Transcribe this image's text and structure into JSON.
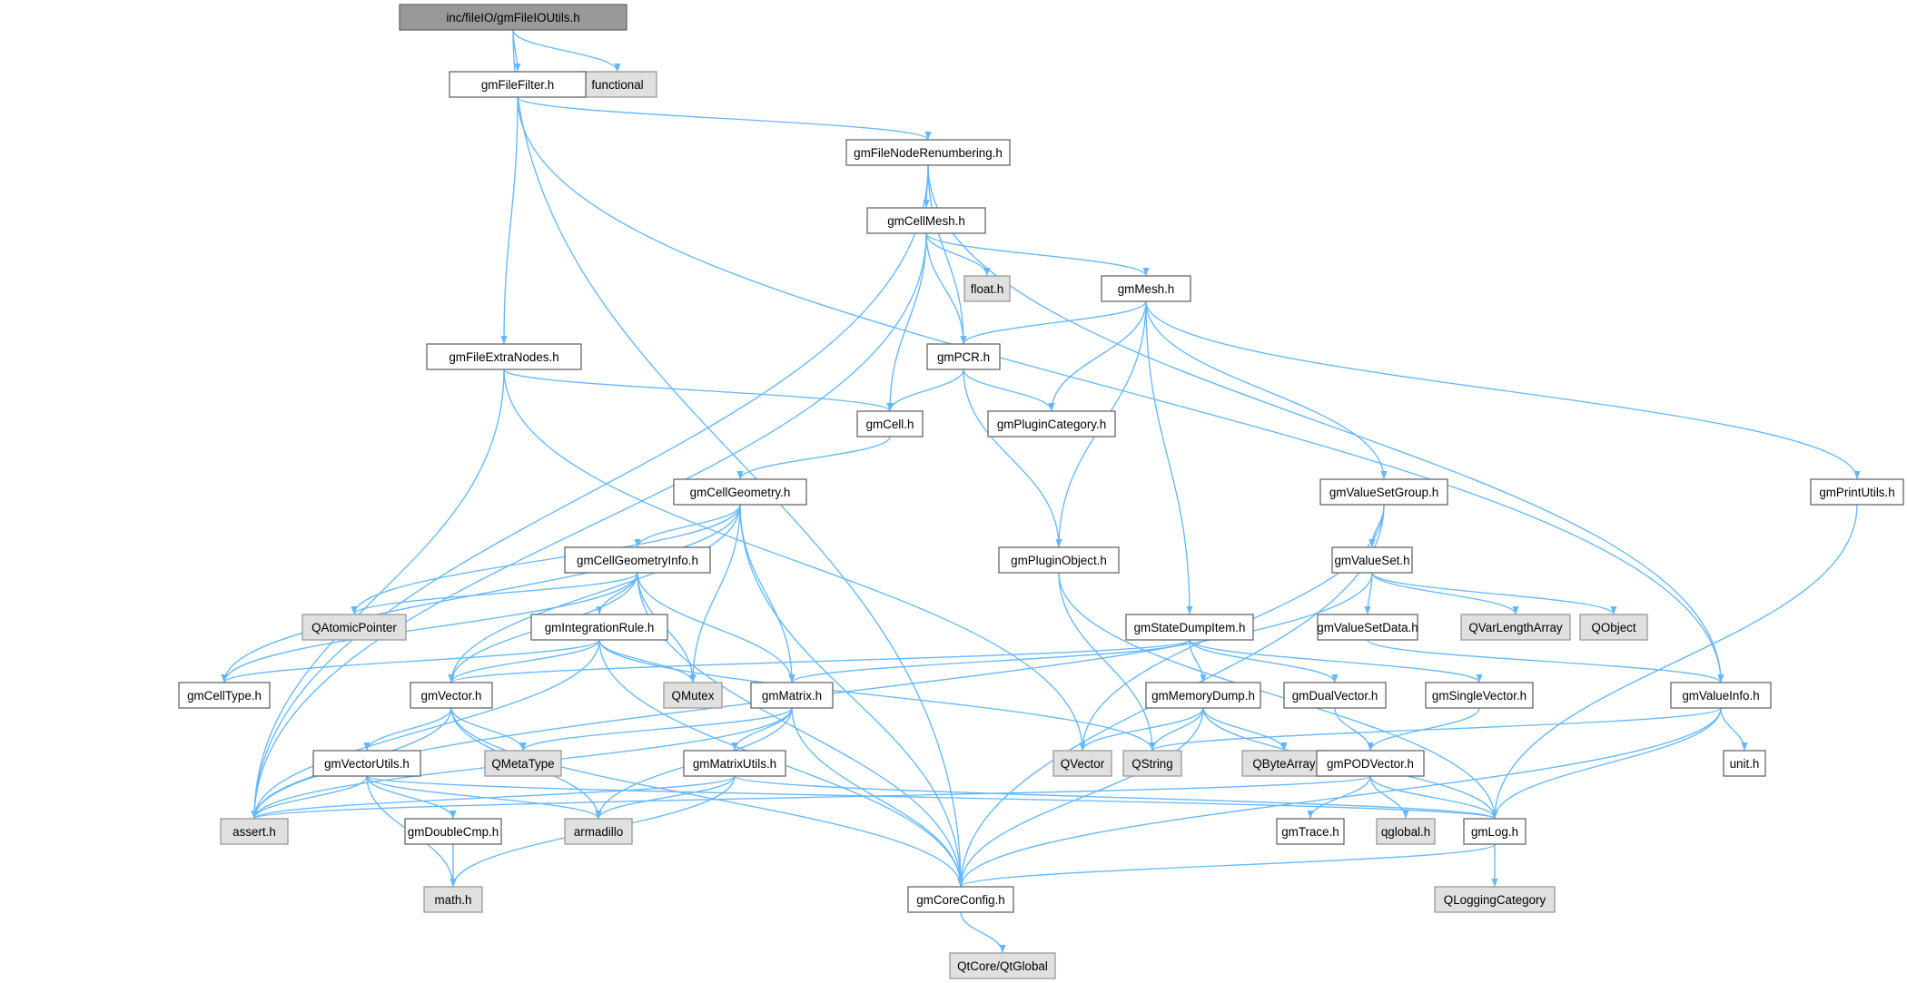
{
  "title": "inc/fileIO/gmFileIOUtils.h",
  "colors": {
    "edge": "#63b8ff",
    "root_fill": "#999999",
    "node_fill": "#ffffff",
    "external_fill": "#e0e0e0",
    "node_border": "#666666",
    "external_border": "#999999"
  },
  "nodes": [
    {
      "id": "root",
      "label": "inc/fileIO/gmFileIOUtils.h",
      "type": "root"
    },
    {
      "id": "functional",
      "label": "functional",
      "type": "external"
    },
    {
      "id": "gmFileFilter",
      "label": "gmFileFilter.h",
      "type": "file"
    },
    {
      "id": "gmFileNodeRenumbering",
      "label": "gmFileNodeRenumbering.h",
      "type": "file"
    },
    {
      "id": "gmCellMesh",
      "label": "gmCellMesh.h",
      "type": "file"
    },
    {
      "id": "floath",
      "label": "float.h",
      "type": "external"
    },
    {
      "id": "gmMesh",
      "label": "gmMesh.h",
      "type": "file"
    },
    {
      "id": "gmFileExtraNodes",
      "label": "gmFileExtraNodes.h",
      "type": "file"
    },
    {
      "id": "gmPCR",
      "label": "gmPCR.h",
      "type": "file"
    },
    {
      "id": "gmCell",
      "label": "gmCell.h",
      "type": "file"
    },
    {
      "id": "gmPluginCategory",
      "label": "gmPluginCategory.h",
      "type": "file"
    },
    {
      "id": "gmCellGeometry",
      "label": "gmCellGeometry.h",
      "type": "file"
    },
    {
      "id": "gmValueSetGroup",
      "label": "gmValueSetGroup.h",
      "type": "file"
    },
    {
      "id": "gmPrintUtils",
      "label": "gmPrintUtils.h",
      "type": "file"
    },
    {
      "id": "gmCellGeometryInfo",
      "label": "gmCellGeometryInfo.h",
      "type": "file"
    },
    {
      "id": "gmPluginObject",
      "label": "gmPluginObject.h",
      "type": "file"
    },
    {
      "id": "gmValueSet",
      "label": "gmValueSet.h",
      "type": "file"
    },
    {
      "id": "QAtomicPointer",
      "label": "QAtomicPointer",
      "type": "external"
    },
    {
      "id": "gmIntegrationRule",
      "label": "gmIntegrationRule.h",
      "type": "file"
    },
    {
      "id": "gmStateDumpItem",
      "label": "gmStateDumpItem.h",
      "type": "file"
    },
    {
      "id": "gmValueSetData",
      "label": "gmValueSetData.h",
      "type": "file"
    },
    {
      "id": "QVarLengthArray",
      "label": "QVarLengthArray",
      "type": "external"
    },
    {
      "id": "QObject",
      "label": "QObject",
      "type": "external"
    },
    {
      "id": "gmCellType",
      "label": "gmCellType.h",
      "type": "file"
    },
    {
      "id": "gmVector",
      "label": "gmVector.h",
      "type": "file"
    },
    {
      "id": "QMutex",
      "label": "QMutex",
      "type": "external"
    },
    {
      "id": "gmMatrix",
      "label": "gmMatrix.h",
      "type": "file"
    },
    {
      "id": "gmMemoryDump",
      "label": "gmMemoryDump.h",
      "type": "file"
    },
    {
      "id": "gmDualVector",
      "label": "gmDualVector.h",
      "type": "file"
    },
    {
      "id": "gmSingleVector",
      "label": "gmSingleVector.h",
      "type": "file"
    },
    {
      "id": "gmValueInfo",
      "label": "gmValueInfo.h",
      "type": "file"
    },
    {
      "id": "gmVectorUtils",
      "label": "gmVectorUtils.h",
      "type": "file"
    },
    {
      "id": "QMetaType",
      "label": "QMetaType",
      "type": "external"
    },
    {
      "id": "gmMatrixUtils",
      "label": "gmMatrixUtils.h",
      "type": "file"
    },
    {
      "id": "QVector",
      "label": "QVector",
      "type": "external"
    },
    {
      "id": "QString",
      "label": "QString",
      "type": "external"
    },
    {
      "id": "QByteArray",
      "label": "QByteArray",
      "type": "external"
    },
    {
      "id": "gmPODVector",
      "label": "gmPODVector.h",
      "type": "file"
    },
    {
      "id": "unith",
      "label": "unit.h",
      "type": "file"
    },
    {
      "id": "asserth",
      "label": "assert.h",
      "type": "external"
    },
    {
      "id": "armadillo",
      "label": "armadillo",
      "type": "external"
    },
    {
      "id": "gmDoubleCmp",
      "label": "gmDoubleCmp.h",
      "type": "file"
    },
    {
      "id": "gmTrace",
      "label": "gmTrace.h",
      "type": "file"
    },
    {
      "id": "qglobalh",
      "label": "qglobal.h",
      "type": "external"
    },
    {
      "id": "gmLog",
      "label": "gmLog.h",
      "type": "file"
    },
    {
      "id": "mathh",
      "label": "math.h",
      "type": "external"
    },
    {
      "id": "gmCoreConfig",
      "label": "gmCoreConfig.h",
      "type": "file"
    },
    {
      "id": "QLoggingCategory",
      "label": "QLoggingCategory",
      "type": "external"
    },
    {
      "id": "QtGlobal",
      "label": "QtCore/QtGlobal",
      "type": "external"
    }
  ],
  "edges": [
    [
      "root",
      "functional"
    ],
    [
      "root",
      "gmFileFilter"
    ],
    [
      "root",
      "gmCoreConfig"
    ],
    [
      "gmFileFilter",
      "gmFileNodeRenumbering"
    ],
    [
      "gmFileFilter",
      "gmFileExtraNodes"
    ],
    [
      "gmFileFilter",
      "gmValueInfo"
    ],
    [
      "gmFileNodeRenumbering",
      "gmCellMesh"
    ],
    [
      "gmFileNodeRenumbering",
      "gmPCR"
    ],
    [
      "gmFileNodeRenumbering",
      "asserth"
    ],
    [
      "gmFileNodeRenumbering",
      "gmValueInfo"
    ],
    [
      "gmCellMesh",
      "floath"
    ],
    [
      "gmCellMesh",
      "gmMesh"
    ],
    [
      "gmCellMesh",
      "gmPCR"
    ],
    [
      "gmCellMesh",
      "gmCell"
    ],
    [
      "gmCellMesh",
      "asserth"
    ],
    [
      "gmMesh",
      "gmPCR"
    ],
    [
      "gmMesh",
      "gmPluginCategory"
    ],
    [
      "gmMesh",
      "gmPluginObject"
    ],
    [
      "gmMesh",
      "gmStateDumpItem"
    ],
    [
      "gmMesh",
      "gmValueSetGroup"
    ],
    [
      "gmMesh",
      "gmPrintUtils"
    ],
    [
      "gmFileExtraNodes",
      "gmCell"
    ],
    [
      "gmFileExtraNodes",
      "asserth"
    ],
    [
      "gmFileExtraNodes",
      "QVector"
    ],
    [
      "gmPCR",
      "gmCell"
    ],
    [
      "gmPCR",
      "gmPluginCategory"
    ],
    [
      "gmPCR",
      "gmPluginObject"
    ],
    [
      "gmCell",
      "gmCellGeometry"
    ],
    [
      "gmCellGeometry",
      "gmCellGeometryInfo"
    ],
    [
      "gmCellGeometry",
      "QAtomicPointer"
    ],
    [
      "gmCellGeometry",
      "gmCellType"
    ],
    [
      "gmCellGeometry",
      "gmVector"
    ],
    [
      "gmCellGeometry",
      "QMutex"
    ],
    [
      "gmCellGeometry",
      "gmMatrix"
    ],
    [
      "gmCellGeometry",
      "gmCoreConfig"
    ],
    [
      "gmCellGeometryInfo",
      "QAtomicPointer"
    ],
    [
      "gmCellGeometryInfo",
      "gmIntegrationRule"
    ],
    [
      "gmCellGeometryInfo",
      "gmCellType"
    ],
    [
      "gmCellGeometryInfo",
      "gmVector"
    ],
    [
      "gmCellGeometryInfo",
      "QMutex"
    ],
    [
      "gmCellGeometryInfo",
      "gmMatrix"
    ],
    [
      "gmCellGeometryInfo",
      "gmCoreConfig"
    ],
    [
      "gmIntegrationRule",
      "gmCellType"
    ],
    [
      "gmIntegrationRule",
      "gmVector"
    ],
    [
      "gmIntegrationRule",
      "QMutex"
    ],
    [
      "gmIntegrationRule",
      "asserth"
    ],
    [
      "gmIntegrationRule",
      "QString"
    ],
    [
      "gmIntegrationRule",
      "gmCoreConfig"
    ],
    [
      "gmPluginObject",
      "QString"
    ],
    [
      "gmPluginObject",
      "gmLog"
    ],
    [
      "gmValueSetGroup",
      "gmValueSet"
    ],
    [
      "gmValueSetGroup",
      "QVector"
    ],
    [
      "gmValueSetGroup",
      "gmCoreConfig"
    ],
    [
      "gmValueSet",
      "gmValueSetData"
    ],
    [
      "gmValueSet",
      "QVarLengthArray"
    ],
    [
      "gmValueSet",
      "QObject"
    ],
    [
      "gmValueSet",
      "asserth"
    ],
    [
      "gmValueSetData",
      "gmValueInfo"
    ],
    [
      "gmPrintUtils",
      "gmLog"
    ],
    [
      "gmStateDumpItem",
      "gmMemoryDump"
    ],
    [
      "gmStateDumpItem",
      "gmDualVector"
    ],
    [
      "gmStateDumpItem",
      "gmSingleVector"
    ],
    [
      "gmStateDumpItem",
      "gmVector"
    ],
    [
      "gmStateDumpItem",
      "gmMatrix"
    ],
    [
      "gmMemoryDump",
      "QVector"
    ],
    [
      "gmMemoryDump",
      "QString"
    ],
    [
      "gmMemoryDump",
      "QByteArray"
    ],
    [
      "gmMemoryDump",
      "gmLog"
    ],
    [
      "gmMemoryDump",
      "gmCoreConfig"
    ],
    [
      "gmDualVector",
      "gmPODVector"
    ],
    [
      "gmSingleVector",
      "gmPODVector"
    ],
    [
      "gmPODVector",
      "gmTrace"
    ],
    [
      "gmPODVector",
      "qglobalh"
    ],
    [
      "gmPODVector",
      "gmLog"
    ],
    [
      "gmPODVector",
      "asserth"
    ],
    [
      "gmVector",
      "gmVectorUtils"
    ],
    [
      "gmVector",
      "QMetaType"
    ],
    [
      "gmVector",
      "asserth"
    ],
    [
      "gmVector",
      "armadillo"
    ],
    [
      "gmVector",
      "gmCoreConfig"
    ],
    [
      "gmVectorUtils",
      "asserth"
    ],
    [
      "gmVectorUtils",
      "gmDoubleCmp"
    ],
    [
      "gmVectorUtils",
      "armadillo"
    ],
    [
      "gmVectorUtils",
      "mathh"
    ],
    [
      "gmVectorUtils",
      "gmLog"
    ],
    [
      "gmMatrix",
      "gmMatrixUtils"
    ],
    [
      "gmMatrix",
      "QMetaType"
    ],
    [
      "gmMatrix",
      "asserth"
    ],
    [
      "gmMatrix",
      "armadillo"
    ],
    [
      "gmMatrix",
      "gmCoreConfig"
    ],
    [
      "gmMatrixUtils",
      "asserth"
    ],
    [
      "gmMatrixUtils",
      "armadillo"
    ],
    [
      "gmMatrixUtils",
      "mathh"
    ],
    [
      "gmMatrixUtils",
      "gmLog"
    ],
    [
      "gmDoubleCmp",
      "mathh"
    ],
    [
      "gmValueInfo",
      "unith"
    ],
    [
      "gmValueInfo",
      "gmLog"
    ],
    [
      "gmValueInfo",
      "QString"
    ],
    [
      "gmValueInfo",
      "gmCoreConfig"
    ],
    [
      "gmLog",
      "QLoggingCategory"
    ],
    [
      "gmLog",
      "gmCoreConfig"
    ],
    [
      "gmCoreConfig",
      "QtGlobal"
    ]
  ]
}
